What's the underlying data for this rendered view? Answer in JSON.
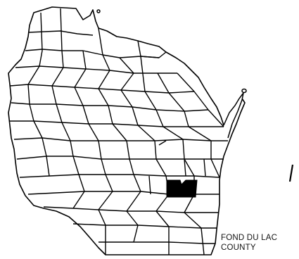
{
  "map": {
    "region": "Wisconsin counties",
    "highlight_color": "#000000",
    "fill_color": "#ffffff",
    "border_color": "#000000"
  },
  "caption": {
    "line1": "FOND DU LAC",
    "line2": "COUNTY"
  }
}
